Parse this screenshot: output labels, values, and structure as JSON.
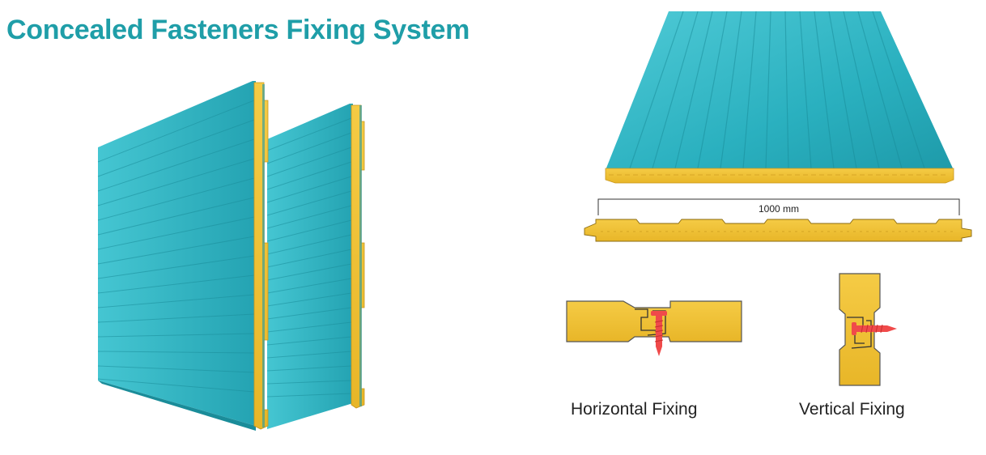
{
  "title": "Concealed Fasteners Fixing System",
  "dimension_label": "1000 mm",
  "captions": {
    "horizontal": "Horizontal Fixing",
    "vertical": "Vertical Fixing"
  },
  "colors": {
    "title": "#1f9ea8",
    "panel_teal": "#2fb4c2",
    "insulation_core": "#f2c232",
    "fastener_red": "#f04a4a"
  },
  "icons": {
    "panel_pair": "wall-panel-pair-illustration",
    "panel_top": "roof-panel-perspective-illustration",
    "panel_section": "panel-cross-section-illustration",
    "horizontal_joint": "horizontal-fixing-detail",
    "vertical_joint": "vertical-fixing-detail"
  }
}
